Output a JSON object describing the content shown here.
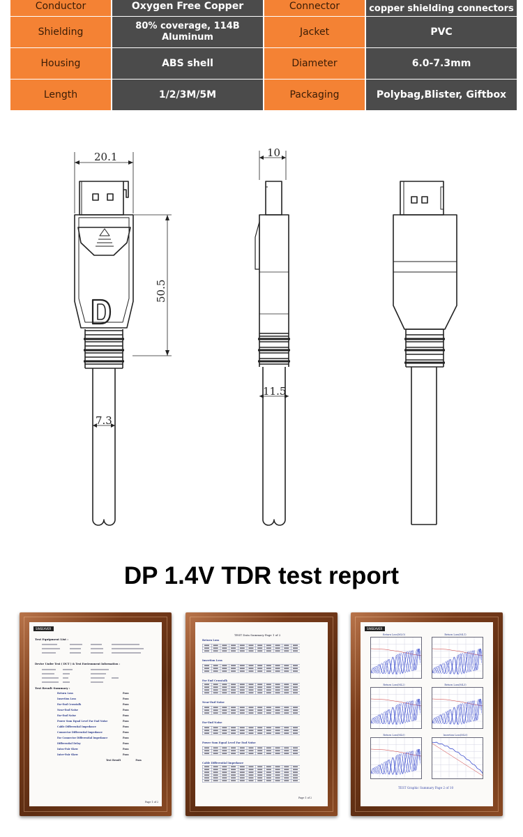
{
  "specs": [
    {
      "label": "Conductor",
      "value": "Oxygen Free Copper",
      "label2": "Connector",
      "value2": "copper shielding connectors"
    },
    {
      "label": "Shielding",
      "value": "80% coverage, 114B Aluminum",
      "label2": "Jacket",
      "value2": "PVC"
    },
    {
      "label": "Housing",
      "value": "ABS shell",
      "label2": "Diameter",
      "value2": "6.0-7.3mm"
    },
    {
      "label": "Length",
      "value": "1/2/3M/5M",
      "label2": "Packaging",
      "value2": "Polybag,Blister, Giftbox"
    }
  ],
  "drawing": {
    "width_dim": "20.1",
    "length_dim": "50.5",
    "cable_dim": "7.3",
    "side_width_dim": "10",
    "side_boot_dim": "11.5"
  },
  "report_title": "DP 1.4V TDR test report",
  "frames": {
    "frame1": {
      "logo": "SINSEAVER",
      "heading1": "Test Equipment List :",
      "heading2": "Device Under Test ( DUT ) & Test Environment Information :",
      "heading3": "Test Result Summary :",
      "tests": [
        "Return Loss",
        "Insertion Loss",
        "Far-End Crosstalk",
        "Near-End Noise",
        "Far-End Noise",
        "Power Sum Equal Level Far End Noise",
        "Cable Differential Impedance",
        "Connector Differential Impedance",
        "Far Connector Differential Impedance",
        "Differential Delay",
        "Intra-Pair Skew",
        "Inter-Pair Skew"
      ],
      "result": "Pass",
      "total": "Test Result",
      "page": "Page 1 of 2"
    },
    "frame2": {
      "heading": "TEST Data Summary Page 1 of 2",
      "sections": [
        "Return Loss",
        "Insertion Loss",
        "Far End Crosstalk",
        "Near-End Noise",
        "Far-End Noise",
        "Power Sum Equal Level Far End Noise",
        "Cable Differential Impedance"
      ],
      "page": "Page 1 of 2"
    },
    "frame3": {
      "logo": "SINSEAVER",
      "charts": [
        "Return Loss(MLO)",
        "Return Loss(ML1)",
        "Return Loss(ML2)",
        "Return Loss(ML3)",
        "Return Loss(ML0)",
        "Insertion Loss(ML0)"
      ],
      "footer": "TEST Graphic Summary Page 2 of 10"
    }
  },
  "colors": {
    "label_bg": "#f48234",
    "value_bg": "#4b4b4b"
  }
}
